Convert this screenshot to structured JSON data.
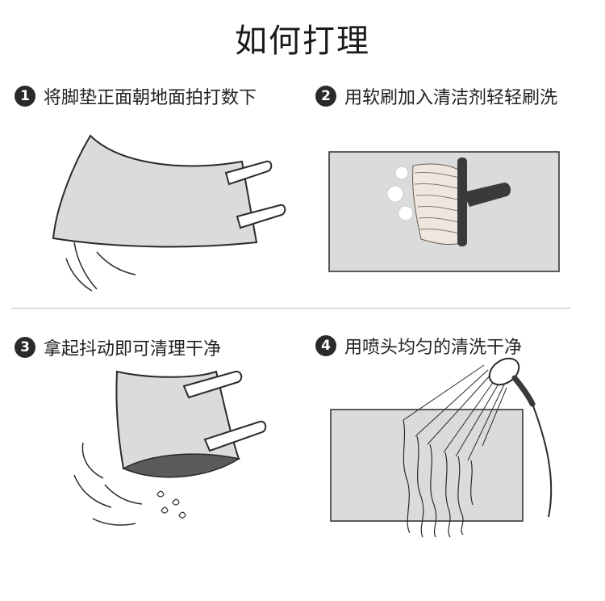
{
  "title": "如何打理",
  "steps": [
    {
      "number": "1",
      "text": "将脚垫正面朝地面拍打数下"
    },
    {
      "number": "2",
      "text": "用软刷加入清洁剂轻轻刷洗"
    },
    {
      "number": "3",
      "text": "拿起抖动即可清理干净"
    },
    {
      "number": "4",
      "text": "用喷头均匀的清洗干净"
    }
  ],
  "colors": {
    "mat": "#d9dcdb",
    "mat_underside": "#5a5a5a",
    "outline": "#2a2a2a",
    "brush_handle": "#3a3a3a"
  }
}
